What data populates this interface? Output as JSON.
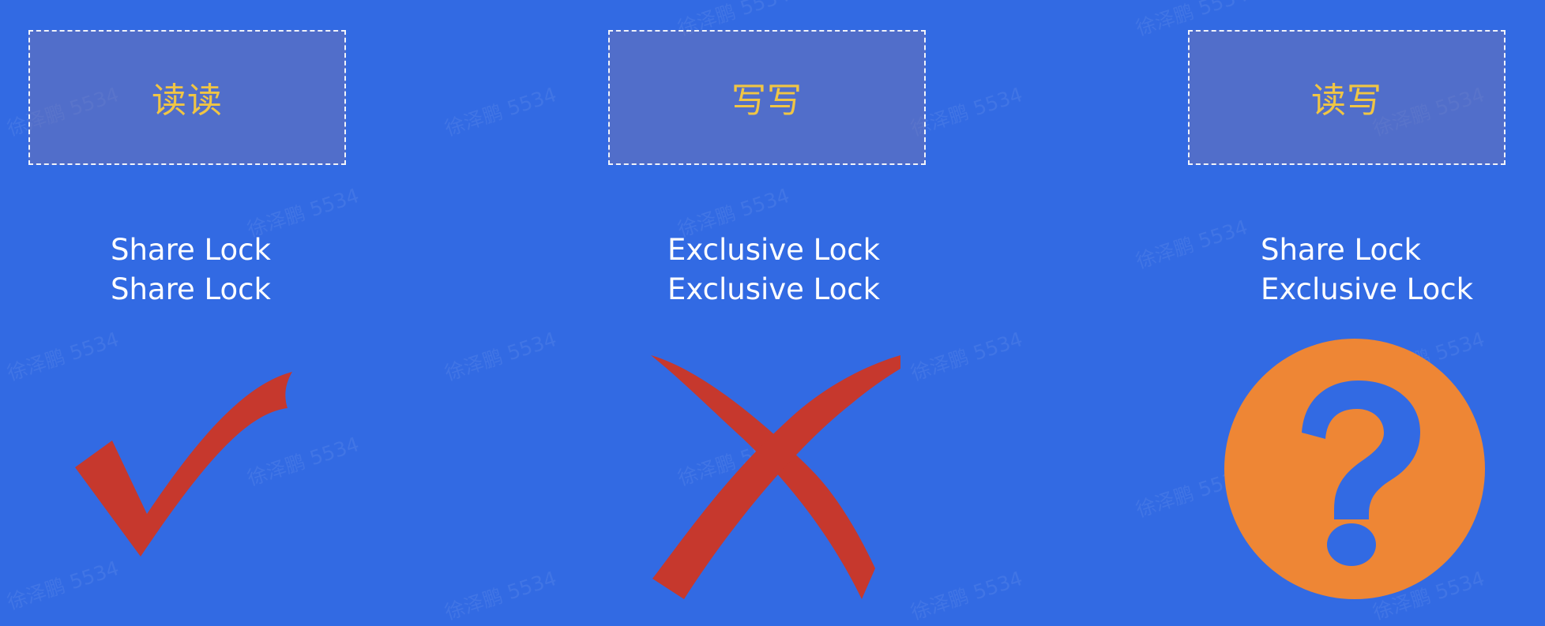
{
  "watermark": {
    "text": "徐泽鹏 5534"
  },
  "cases": [
    {
      "title": "读读",
      "lock_1": "Share Lock",
      "lock_2": "Share Lock",
      "icon": "check-mark-icon"
    },
    {
      "title": "写写",
      "lock_1": "Exclusive Lock",
      "lock_2": "Exclusive Lock",
      "icon": "cross-mark-icon"
    },
    {
      "title": "读写",
      "lock_1": "Share Lock",
      "lock_2": "Exclusive Lock",
      "icon": "question-mark-icon"
    }
  ],
  "colors": {
    "background": "#326ae3",
    "label_text": "#f0c544",
    "lock_text": "#ffffff",
    "negative_mark": "#c6382d",
    "question_circle": "#ee8635"
  }
}
